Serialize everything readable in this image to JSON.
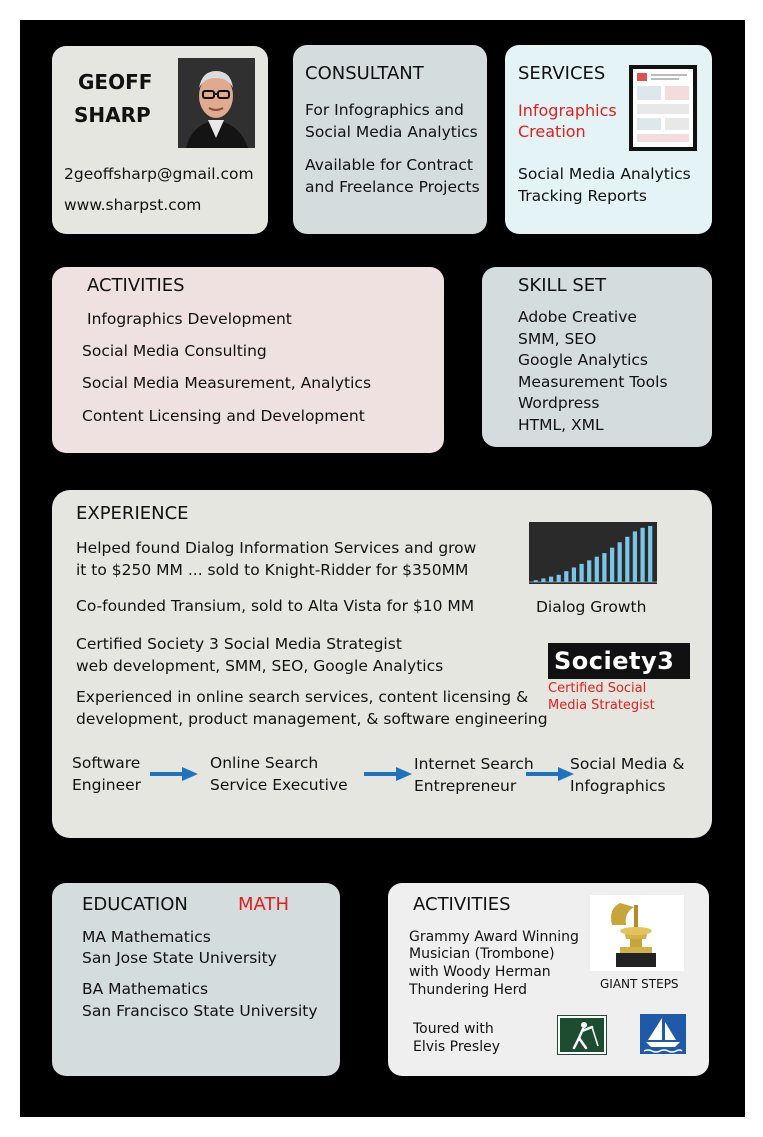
{
  "profile": {
    "first_name": "GEOFF",
    "last_name": "SHARP",
    "email": "2geoffsharp@gmail.com",
    "website": "www.sharpst.com"
  },
  "consultant": {
    "heading": "CONSULTANT",
    "line1a": "For Infographics and",
    "line1b": "Social Media Analytics",
    "line2a": "Available for Contract",
    "line2b": "and Freelance Projects"
  },
  "services": {
    "heading": "SERVICES",
    "item1a": "Infographics",
    "item1b": "Creation",
    "item2a": "Social Media Analytics",
    "item2b": "Tracking Reports"
  },
  "activities": {
    "heading": "ACTIVITIES",
    "items": [
      "Infographics Development",
      "Social Media Consulting",
      "Social Media Measurement, Analytics",
      "Content Licensing and Development"
    ]
  },
  "skills": {
    "heading": "SKILL SET",
    "items": [
      "Adobe Creative",
      "SMM, SEO",
      "Google Analytics",
      "Measurement Tools",
      "Wordpress",
      "HTML, XML"
    ]
  },
  "experience": {
    "heading": "EXPERIENCE",
    "p1a": "Helped found Dialog Information Services and grow",
    "p1b": "it to $250 MM ... sold to Knight-Ridder for $350MM",
    "p2": "Co-founded Transium, sold to Alta Vista for $10 MM",
    "p3a": "Certified Society 3 Social Media Strategist",
    "p3b": "web development, SMM, SEO, Google Analytics",
    "p4a": "Experienced in online search services, content licensing &",
    "p4b": "development, product management, & software engineering",
    "chart_caption": "Dialog Growth",
    "society_logo": "Society3",
    "society_caption_a": "Certified Social",
    "society_caption_b": "Media Strategist",
    "career": [
      {
        "a": "Software",
        "b": "Engineer"
      },
      {
        "a": "Online Search",
        "b": "Service Executive"
      },
      {
        "a": "Internet Search",
        "b": "Entrepreneur"
      },
      {
        "a": "Social Media &",
        "b": "Infographics"
      }
    ]
  },
  "education": {
    "heading": "EDUCATION",
    "tag": "MATH",
    "deg1a": "MA Mathematics",
    "deg1b": "San Jose State University",
    "deg2a": "BA Mathematics",
    "deg2b": "San Francisco State University"
  },
  "activities2": {
    "heading": "ACTIVITIES",
    "l1": "Grammy Award Winning",
    "l2": "Musician (Trombone)",
    "l3": "with Woody Herman",
    "l4": "Thundering Herd",
    "grammy_caption": "GIANT STEPS",
    "tour_a": "Toured with",
    "tour_b": "Elvis Presley"
  },
  "chart_data": {
    "type": "bar",
    "values": [
      1,
      2,
      3,
      4,
      6,
      8,
      10,
      12,
      14,
      16,
      19,
      22,
      25,
      28,
      30,
      31
    ],
    "title": "",
    "xlabel": "",
    "ylabel": ""
  },
  "colors": {
    "frame": "#000000",
    "profile_card": "#e6e6e0",
    "consultant_card": "#d5dcde",
    "services_card": "#e4f3f6",
    "activities_card": "#efe1df",
    "skills_card": "#d5dcde",
    "experience_card": "#e6e6e0",
    "education_card": "#d5dcde",
    "activities2_card": "#f0efef",
    "accent_red": "#e0201c",
    "arrow_blue": "#1e73be",
    "bar_blue": "#7ac6e8"
  }
}
